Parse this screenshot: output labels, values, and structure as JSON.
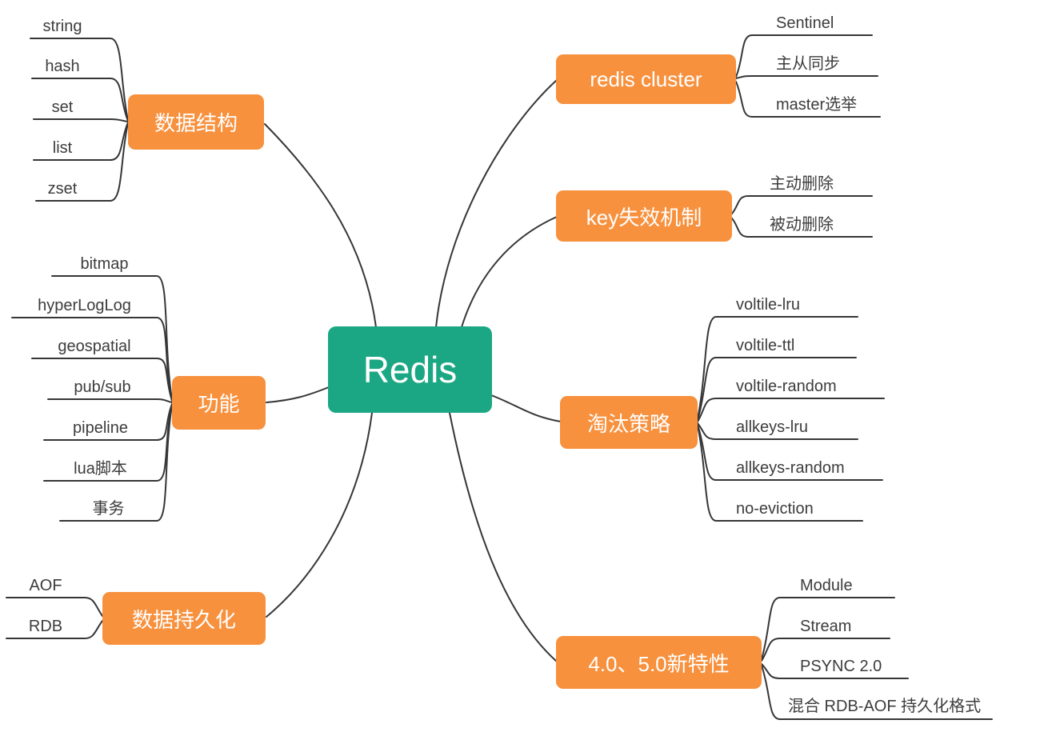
{
  "root": {
    "label": "Redis"
  },
  "theme": {
    "root_color": "#1BA783",
    "branch_color": "#F7913E",
    "line_color": "#363636",
    "leaf_text_color": "#3C3C3C",
    "node_text_color": "#FFFFFF",
    "background": "#FFFFFF"
  },
  "branches": [
    {
      "label": "数据结构",
      "side": "left",
      "children": [
        "string",
        "hash",
        "set",
        "list",
        "zset"
      ]
    },
    {
      "label": "功能",
      "side": "left",
      "children": [
        "bitmap",
        "hyperLogLog",
        "geospatial",
        "pub/sub",
        "pipeline",
        "lua脚本",
        "事务"
      ]
    },
    {
      "label": "数据持久化",
      "side": "left",
      "children": [
        "AOF",
        "RDB"
      ]
    },
    {
      "label": "redis cluster",
      "side": "right",
      "children": [
        "Sentinel",
        "主从同步",
        "master选举"
      ]
    },
    {
      "label": "key失效机制",
      "side": "right",
      "children": [
        "主动删除",
        "被动删除"
      ]
    },
    {
      "label": "淘汰策略",
      "side": "right",
      "children": [
        "voltile-lru",
        "voltile-ttl",
        "voltile-random",
        "allkeys-lru",
        "allkeys-random",
        "no-eviction"
      ]
    },
    {
      "label": "4.0、5.0新特性",
      "side": "right",
      "children": [
        "Module",
        "Stream",
        "PSYNC 2.0",
        "混合 RDB-AOF 持久化格式"
      ]
    }
  ]
}
